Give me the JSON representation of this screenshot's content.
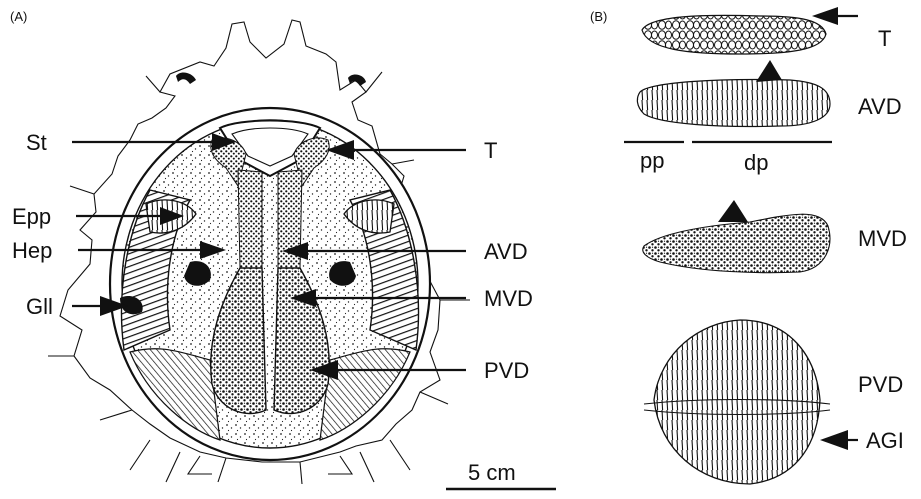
{
  "panel_a": {
    "letter": "(A)",
    "labels_left": {
      "st": "St",
      "epp": "Epp",
      "hep": "Hep",
      "gll": "Gll"
    },
    "labels_right": {
      "t": "T",
      "avd": "AVD",
      "mvd": "MVD",
      "pvd": "PVD"
    },
    "scale_bar": "5 cm"
  },
  "panel_b": {
    "letter": "(B)",
    "labels": {
      "t": "T",
      "avd": "AVD",
      "mvd": "MVD",
      "pvd": "PVD",
      "agi": "AGI"
    },
    "segments": {
      "pp": "pp",
      "dp": "dp"
    }
  }
}
